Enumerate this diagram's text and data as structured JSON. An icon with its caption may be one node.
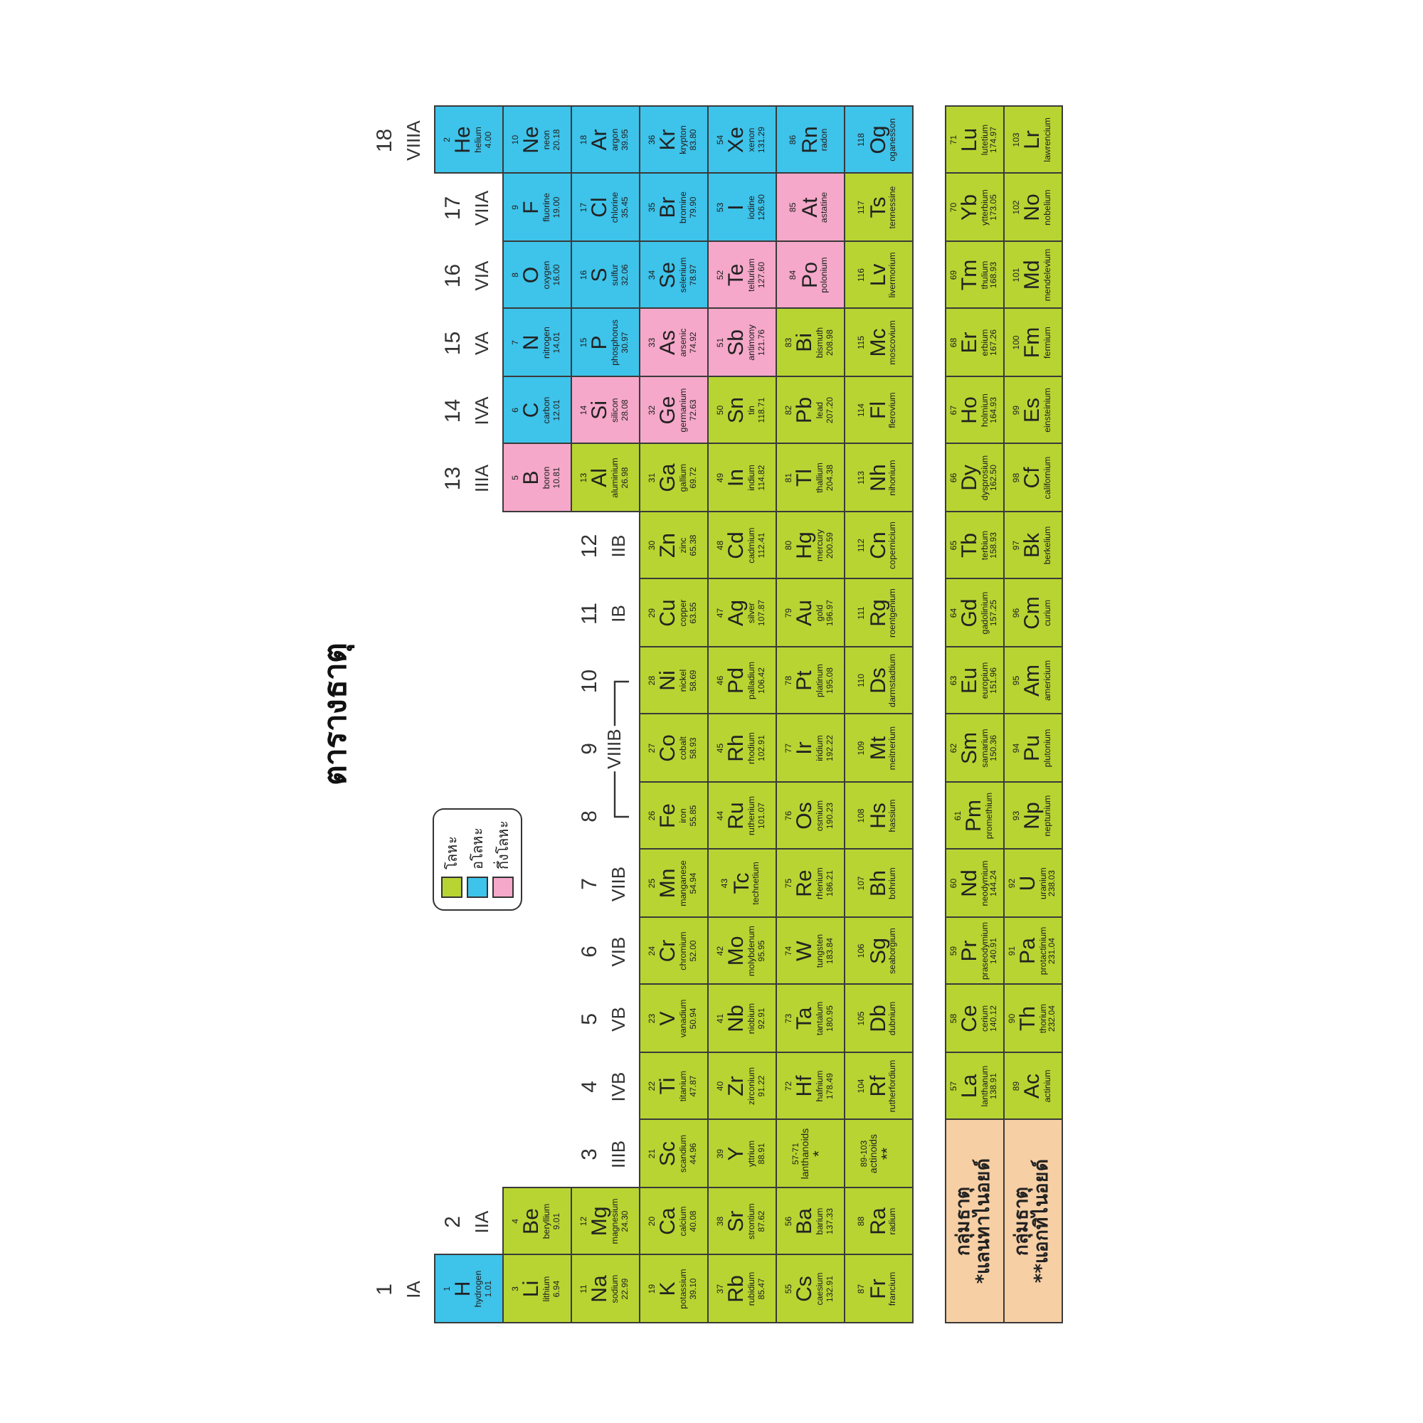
{
  "diagram": {
    "title": "ตารางธาตุ",
    "nodes": [
      {
        "text": [
          "1",
          "H",
          "hydrogen",
          "1.01"
        ]
      },
      {
        "text": [
          "2",
          "He",
          "helium",
          "4.00"
        ]
      },
      {
        "text": [
          "3",
          "Li",
          "lithium",
          "6.94"
        ]
      },
      {
        "text": [
          "4",
          "Be",
          "beryllium",
          "9.01"
        ]
      },
      {
        "text": [
          "5",
          "B",
          "boron",
          "10.81"
        ]
      },
      {
        "text": [
          "6",
          "C",
          "carbon",
          "12.01"
        ]
      },
      {
        "text": [
          "7",
          "N",
          "nitrogen",
          "14.01"
        ]
      },
      {
        "text": [
          "8",
          "O",
          "oxygen",
          "16.00"
        ]
      },
      {
        "text": [
          "9",
          "F",
          "fluorine",
          "19.00"
        ]
      },
      {
        "text": [
          "10",
          "Ne",
          "neon",
          "20.18"
        ]
      },
      {
        "text": [
          "11",
          "Na",
          "sodium",
          "22.99"
        ]
      },
      {
        "text": [
          "12",
          "Mg",
          "magnesium",
          "24.30"
        ]
      },
      {
        "text": [
          "13",
          "Al",
          "aluminium",
          "26.98"
        ]
      },
      {
        "text": [
          "14",
          "Si",
          "silicon",
          "28.08"
        ]
      },
      {
        "text": [
          "15",
          "P",
          "phosphorus",
          "30.97"
        ]
      },
      {
        "text": [
          "16",
          "S",
          "sulfur",
          "32.06"
        ]
      },
      {
        "text": [
          "17",
          "Cl",
          "chlorine",
          "35.45"
        ]
      },
      {
        "text": [
          "18",
          "Ar",
          "argon",
          "39.95"
        ]
      },
      {
        "text": [
          "19",
          "K",
          "potassium",
          "39.10"
        ]
      },
      {
        "text": [
          "20",
          "Ca",
          "calcium",
          "40.08"
        ]
      },
      {
        "text": [
          "21",
          "Sc",
          "scandium",
          "44.96"
        ]
      },
      {
        "text": [
          "22",
          "Ti",
          "titanium",
          "47.87"
        ]
      },
      {
        "text": [
          "23",
          "V",
          "vanadium",
          "50.94"
        ]
      },
      {
        "text": [
          "24",
          "Cr",
          "chromium",
          "52.00"
        ]
      },
      {
        "text": [
          "25",
          "Mn",
          "manganese",
          "54.94"
        ]
      },
      {
        "text": [
          "26",
          "Fe",
          "iron",
          "55.85"
        ]
      },
      {
        "text": [
          "27",
          "Co",
          "cobalt",
          "58.93"
        ]
      },
      {
        "text": [
          "28",
          "Ni",
          "nickel",
          "58.69"
        ]
      },
      {
        "text": [
          "29",
          "Cu",
          "copper",
          "63.55"
        ]
      },
      {
        "text": [
          "30",
          "Zn",
          "zinc",
          "65.38"
        ]
      },
      {
        "text": [
          "31",
          "Ga",
          "gallium",
          "69.72"
        ]
      },
      {
        "text": [
          "32",
          "Ge",
          "germanium",
          "72.63"
        ]
      },
      {
        "text": [
          "33",
          "As",
          "arsenic",
          "74.92"
        ]
      },
      {
        "text": [
          "34",
          "Se",
          "selenium",
          "78.97"
        ]
      },
      {
        "text": [
          "35",
          "Br",
          "bromine",
          "79.90"
        ]
      },
      {
        "text": [
          "36",
          "Kr",
          "krypton",
          "83.80"
        ]
      },
      {
        "text": [
          "37",
          "Rb",
          "rubidium",
          "85.47"
        ]
      },
      {
        "text": [
          "38",
          "Sr",
          "strontium",
          "87.62"
        ]
      },
      {
        "text": [
          "39",
          "Y",
          "yttrium",
          "88.91"
        ]
      },
      {
        "text": [
          "40",
          "Zr",
          "zirconium",
          "91.22"
        ]
      },
      {
        "text": [
          "41",
          "Nb",
          "niobium",
          "92.91"
        ]
      },
      {
        "text": [
          "42",
          "Mo",
          "molybdenum",
          "95.95"
        ]
      },
      {
        "text": [
          "43",
          "Tc",
          "technetium"
        ]
      },
      {
        "text": [
          "44",
          "Ru",
          "ruthenium",
          "101.07"
        ]
      },
      {
        "text": [
          "45",
          "Rh",
          "rhodium",
          "102.91"
        ]
      },
      {
        "text": [
          "46",
          "Pd",
          "palladium",
          "106.42"
        ]
      },
      {
        "text": [
          "47",
          "Ag",
          "silver",
          "107.87"
        ]
      },
      {
        "text": [
          "48",
          "Cd",
          "cadmium",
          "112.41"
        ]
      },
      {
        "text": [
          "49",
          "In",
          "indium",
          "114.82"
        ]
      },
      {
        "text": [
          "50",
          "Sn",
          "tin",
          "118.71"
        ]
      },
      {
        "text": [
          "51",
          "Sb",
          "antimony",
          "121.76"
        ]
      },
      {
        "text": [
          "52",
          "Te",
          "tellurium",
          "127.60"
        ]
      },
      {
        "text": [
          "53",
          "I",
          "iodine",
          "126.90"
        ]
      },
      {
        "text": [
          "54",
          "Xe",
          "xenon",
          "131.29"
        ]
      },
      {
        "text": [
          "55",
          "Cs",
          "caesium",
          "132.91"
        ]
      },
      {
        "text": [
          "56",
          "Ba",
          "barium",
          "137.33"
        ]
      },
      {
        "text": [
          "57-71",
          "lanthanoids",
          "*"
        ]
      },
      {
        "text": [
          "72",
          "Hf",
          "hafnium",
          "178.49"
        ]
      },
      {
        "text": [
          "73",
          "Ta",
          "tantalum",
          "180.95"
        ]
      },
      {
        "text": [
          "74",
          "W",
          "tungsten",
          "183.84"
        ]
      },
      {
        "text": [
          "75",
          "Re",
          "rhenium",
          "186.21"
        ]
      },
      {
        "text": [
          "76",
          "Os",
          "osmium",
          "190.23"
        ]
      },
      {
        "text": [
          "77",
          "Ir",
          "iridium",
          "192.22"
        ]
      },
      {
        "text": [
          "78",
          "Pt",
          "platinum",
          "195.08"
        ]
      },
      {
        "text": [
          "79",
          "Au",
          "gold",
          "196.97"
        ]
      },
      {
        "text": [
          "80",
          "Hg",
          "mercury",
          "200.59"
        ]
      },
      {
        "text": [
          "81",
          "Tl",
          "thallium",
          "204.38"
        ]
      },
      {
        "text": [
          "82",
          "Pb",
          "lead",
          "207.20"
        ]
      },
      {
        "text": [
          "83",
          "Bi",
          "bismuth",
          "208.98"
        ]
      },
      {
        "text": [
          "84",
          "Po",
          "polonium"
        ]
      },
      {
        "text": [
          "85",
          "At",
          "astatine"
        ]
      },
      {
        "text": [
          "86",
          "Rn",
          "radon"
        ]
      },
      {
        "text": [
          "87",
          "Fr",
          "francium"
        ]
      },
      {
        "text": [
          "88",
          "Ra",
          "radium"
        ]
      },
      {
        "text": [
          "89-103",
          "actinoids",
          "**"
        ]
      },
      {
        "text": [
          "104",
          "Rf",
          "rutherfordium"
        ]
      },
      {
        "text": [
          "105",
          "Db",
          "dubnium"
        ]
      },
      {
        "text": [
          "106",
          "Sg",
          "seaborgium"
        ]
      },
      {
        "text": [
          "107",
          "Bh",
          "bohrium"
        ]
      },
      {
        "text": [
          "108",
          "Hs",
          "hassium"
        ]
      },
      {
        "text": [
          "109",
          "Mt",
          "meitnerium"
        ]
      },
      {
        "text": [
          "110",
          "Ds",
          "darmstadtium"
        ]
      },
      {
        "text": [
          "111",
          "Rg",
          "roentgenium"
        ]
      },
      {
        "text": [
          "112",
          "Cn",
          "copernicium"
        ]
      },
      {
        "text": [
          "113",
          "Nh",
          "nihonium"
        ]
      },
      {
        "text": [
          "114",
          "Fl",
          "flerovium"
        ]
      },
      {
        "text": [
          "115",
          "Mc",
          "moscovium"
        ]
      },
      {
        "text": [
          "116",
          "Lv",
          "livermorium"
        ]
      },
      {
        "text": [
          "117",
          "Ts",
          "tennessine"
        ]
      },
      {
        "text": [
          "118",
          "Og",
          "oganesson"
        ]
      },
      {
        "text": [
          "กลุ่มธาตุ",
          "*แลนทาไนอยด์"
        ]
      },
      {
        "text": [
          "57",
          "La",
          "lanthanum",
          "138.91"
        ]
      },
      {
        "text": [
          "58",
          "Ce",
          "cerium",
          "140.12"
        ]
      },
      {
        "text": [
          "59",
          "Pr",
          "praseodymium",
          "140.91"
        ]
      },
      {
        "text": [
          "60",
          "Nd",
          "neodymium",
          "144.24"
        ]
      },
      {
        "text": [
          "61",
          "Pm",
          "promethium"
        ]
      },
      {
        "text": [
          "62",
          "Sm",
          "samarium",
          "150.36"
        ]
      },
      {
        "text": [
          "63",
          "Eu",
          "europium",
          "151.96"
        ]
      },
      {
        "text": [
          "64",
          "Gd",
          "gadolinium",
          "157.25"
        ]
      },
      {
        "text": [
          "65",
          "Tb",
          "terbium",
          "158.93"
        ]
      },
      {
        "text": [
          "66",
          "Dy",
          "dysprosium",
          "162.50"
        ]
      },
      {
        "text": [
          "67",
          "Ho",
          "holmium",
          "164.93"
        ]
      },
      {
        "text": [
          "68",
          "Er",
          "erbium",
          "167.26"
        ]
      },
      {
        "text": [
          "69",
          "Tm",
          "thulium",
          "168.93"
        ]
      },
      {
        "text": [
          "70",
          "Yb",
          "ytterbium",
          "173.05"
        ]
      },
      {
        "text": [
          "71",
          "Lu",
          "lutetium",
          "174.97"
        ]
      },
      {
        "text": [
          "กลุ่มธาตุ",
          "**แอกทิไนอยด์"
        ]
      },
      {
        "text": [
          "89",
          "Ac",
          "actinium"
        ]
      },
      {
        "text": [
          "90",
          "Th",
          "thorium",
          "232.04"
        ]
      },
      {
        "text": [
          "91",
          "Pa",
          "protactinium",
          "231.04"
        ]
      },
      {
        "text": [
          "92",
          "U",
          "uranium",
          "238.03"
        ]
      },
      {
        "text": [
          "93",
          "Np",
          "neptunium"
        ]
      },
      {
        "text": [
          "94",
          "Pu",
          "plutonium"
        ]
      },
      {
        "text": [
          "95",
          "Am",
          "americium"
        ]
      },
      {
        "text": [
          "96",
          "Cm",
          "curium"
        ]
      },
      {
        "text": [
          "97",
          "Bk",
          "berkelium"
        ]
      },
      {
        "text": [
          "98",
          "Cf",
          "californium"
        ]
      },
      {
        "text": [
          "99",
          "Es",
          "einsteinium"
        ]
      },
      {
        "text": [
          "100",
          "Fm",
          "fermium"
        ]
      },
      {
        "text": [
          "101",
          "Md",
          "mendelevium"
        ]
      },
      {
        "text": [
          "102",
          "No",
          "nobelium"
        ]
      },
      {
        "text": [
          "103",
          "Lr",
          "lawrencium"
        ]
      }
    ],
    "labels": [
      "1",
      "IA",
      "2",
      "IIA",
      "3",
      "IIIB",
      "4",
      "IVB",
      "5",
      "VB",
      "6",
      "VIB",
      "7",
      "VIIB",
      "8",
      "9",
      "VIIIB",
      "10",
      "11",
      "IB",
      "12",
      "IIB",
      "13",
      "IIIA",
      "14",
      "IVA",
      "15",
      "VA",
      "16",
      "VIA",
      "17",
      "VIIA",
      "18",
      "VIIIA"
    ],
    "legend": [
      {
        "text": "โลหะ",
        "color": "#b8d432"
      },
      {
        "text": "อโลหะ",
        "color": "#3ec3ea"
      },
      {
        "text": "กึ่งโลหะ",
        "color": "#f5a8c9"
      }
    ]
  }
}
